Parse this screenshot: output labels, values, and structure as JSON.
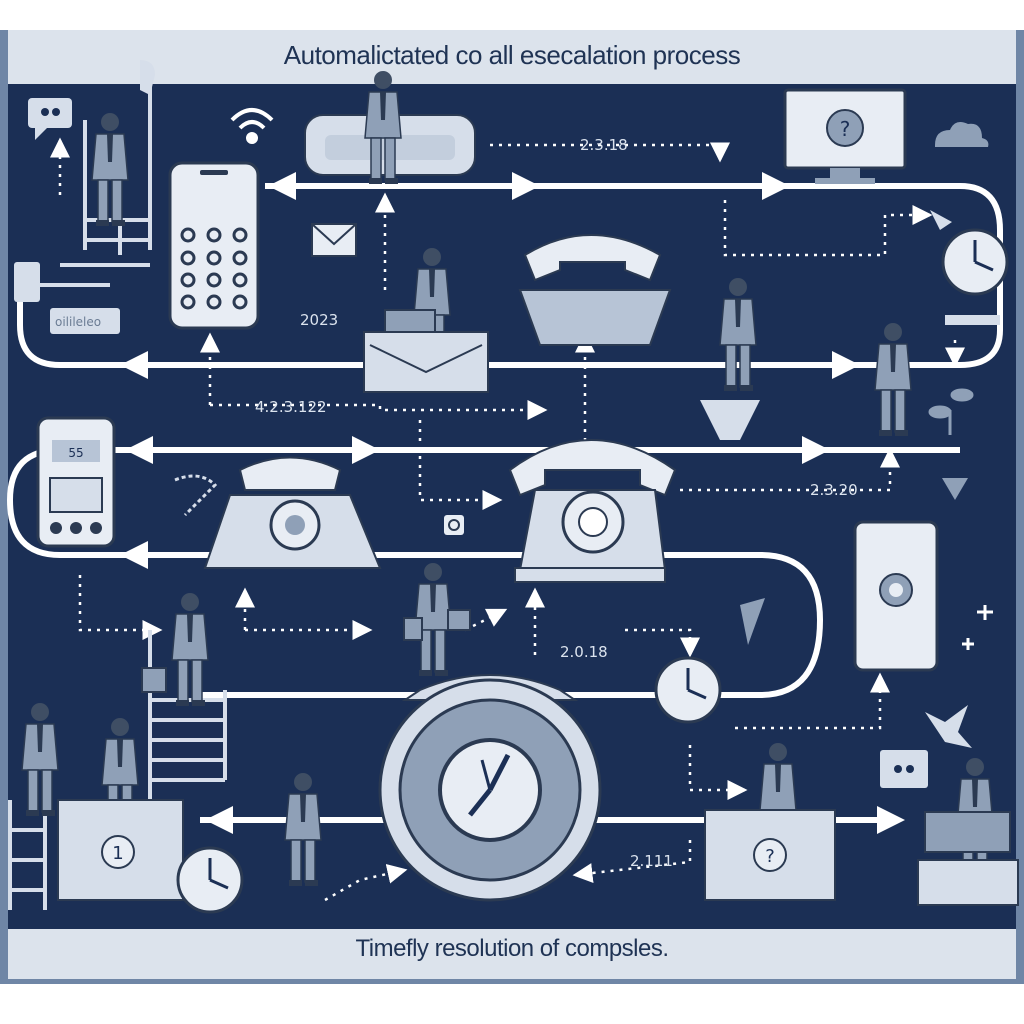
{
  "diagram": {
    "title": "Automalictated co all esecalation process",
    "footer": "Timefly resolution of compsles.",
    "labels": {
      "l1": "2.3.18",
      "l2": "2023",
      "l3": "4.2.3.122",
      "l4": "2.3.20",
      "l5": "2.0.18",
      "l6": "2.111",
      "mini_note": "oilileleo",
      "phone_screen": "55",
      "desk_left_number": "1",
      "desk_right_symbol": "?",
      "monitor_symbol": "?"
    },
    "colors": {
      "background": "#1b2f55",
      "frame": "#6f86a6",
      "banner": "#dce3ec",
      "path": "#ffffff",
      "object_fill": "#d6deea",
      "suit": "#8fa0b7"
    },
    "icons": [
      "speech-bubble-icon",
      "wifi-icon",
      "monitor-icon",
      "cloud-icon",
      "smartphone-icon",
      "envelope-icon",
      "telephone-icon",
      "clock-icon",
      "sofa-icon",
      "desk-icon",
      "laptop-icon",
      "ladder-icon",
      "plant-icon",
      "sparkle-icon",
      "star-icon",
      "paper-plane-icon",
      "dialpad-icon"
    ]
  }
}
